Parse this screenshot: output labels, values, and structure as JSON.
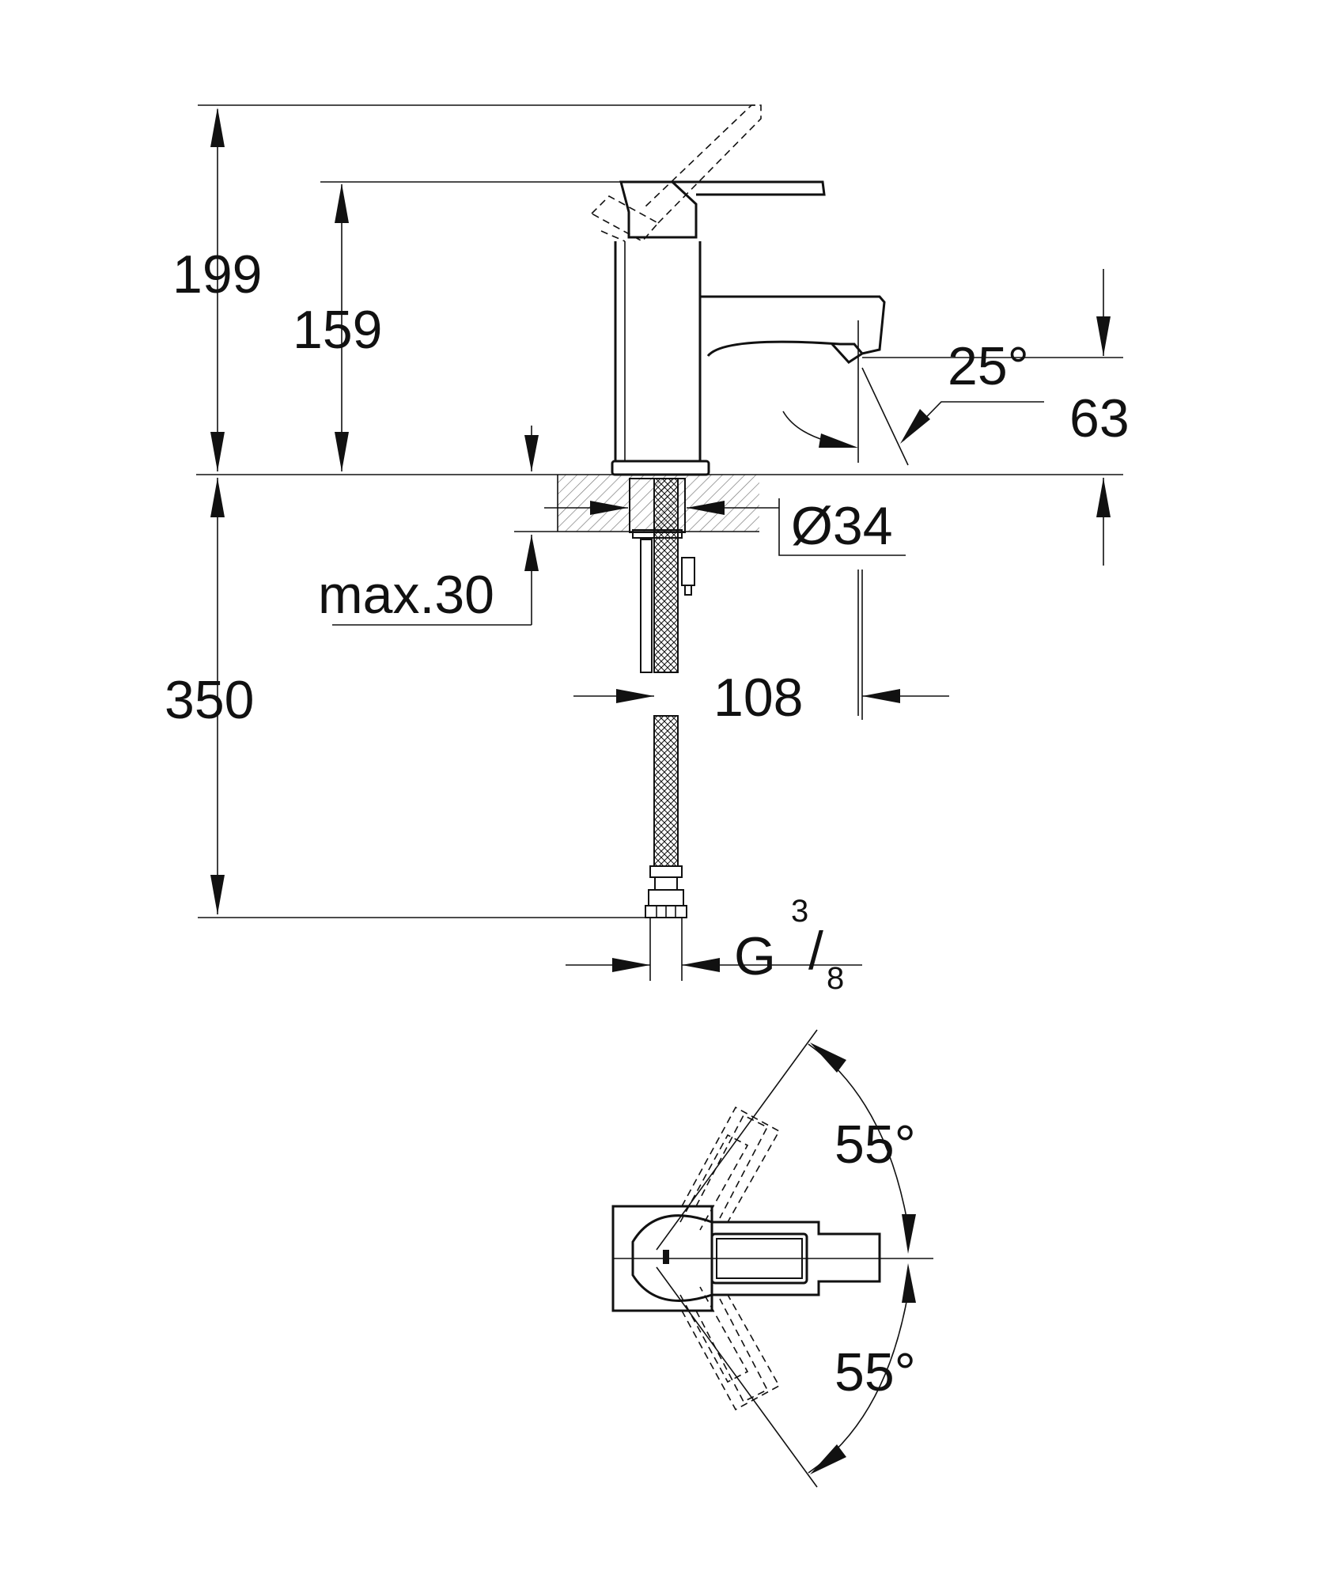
{
  "colors": {
    "line": "#111111",
    "background": "#ffffff"
  },
  "dimensions": {
    "total_height": "199",
    "body_height": "159",
    "hose_length": "350",
    "spout_height": "63",
    "spout_angle": "25°",
    "hole_diameter": "Ø34",
    "deck_thickness": "max.30",
    "projection": "108",
    "thread_main": "G",
    "thread_num": "3",
    "thread_sep": "/",
    "thread_den": "8"
  },
  "top_view": {
    "angle_hot": "55°",
    "angle_cold": "55°"
  }
}
